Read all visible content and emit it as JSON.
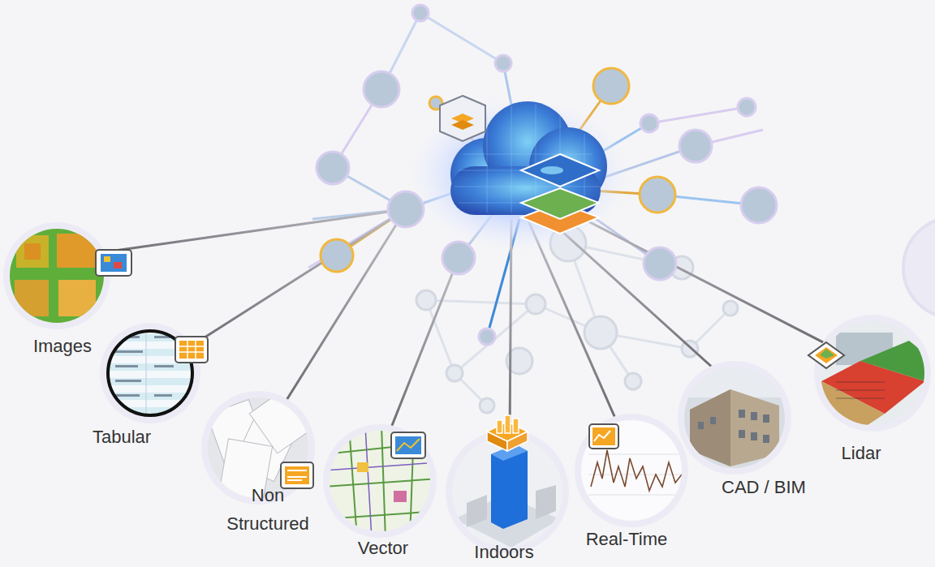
{
  "diagram": {
    "nodes": [
      {
        "text": [
          "Images"
        ]
      },
      {
        "text": [
          "Tabular"
        ]
      },
      {
        "text": [
          "Non Structured"
        ]
      },
      {
        "text": [
          "Vector"
        ]
      },
      {
        "text": [
          "Indoors"
        ]
      },
      {
        "text": [
          "Real-Time"
        ]
      },
      {
        "text": [
          "CAD / BIM"
        ]
      },
      {
        "text": [
          "Lidar"
        ]
      }
    ]
  }
}
